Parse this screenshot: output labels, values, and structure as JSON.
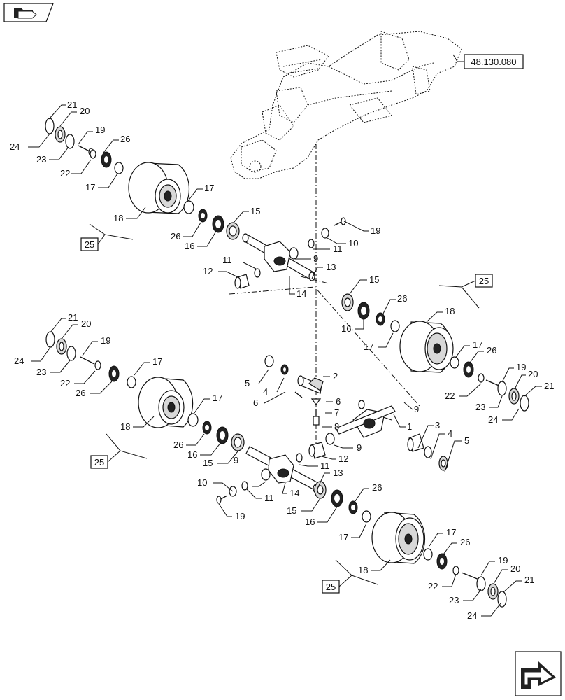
{
  "top_nav_icon": "folder-back-icon",
  "bottom_nav_icon": "next-page-arrow-icon",
  "references": {
    "frame": "48.130.080",
    "group": "25"
  },
  "callouts": {
    "n1": "1",
    "n2": "2",
    "n3": "3",
    "n4": "4",
    "n5": "5",
    "n6": "6",
    "n7": "7",
    "n8": "8",
    "n9": "9",
    "n10": "10",
    "n11": "11",
    "n12": "12",
    "n13": "13",
    "n14": "14",
    "n15": "15",
    "n16": "16",
    "n17": "17",
    "n18": "18",
    "n19": "19",
    "n20": "20",
    "n21": "21",
    "n22": "22",
    "n23": "23",
    "n24": "24",
    "n26": "26"
  }
}
